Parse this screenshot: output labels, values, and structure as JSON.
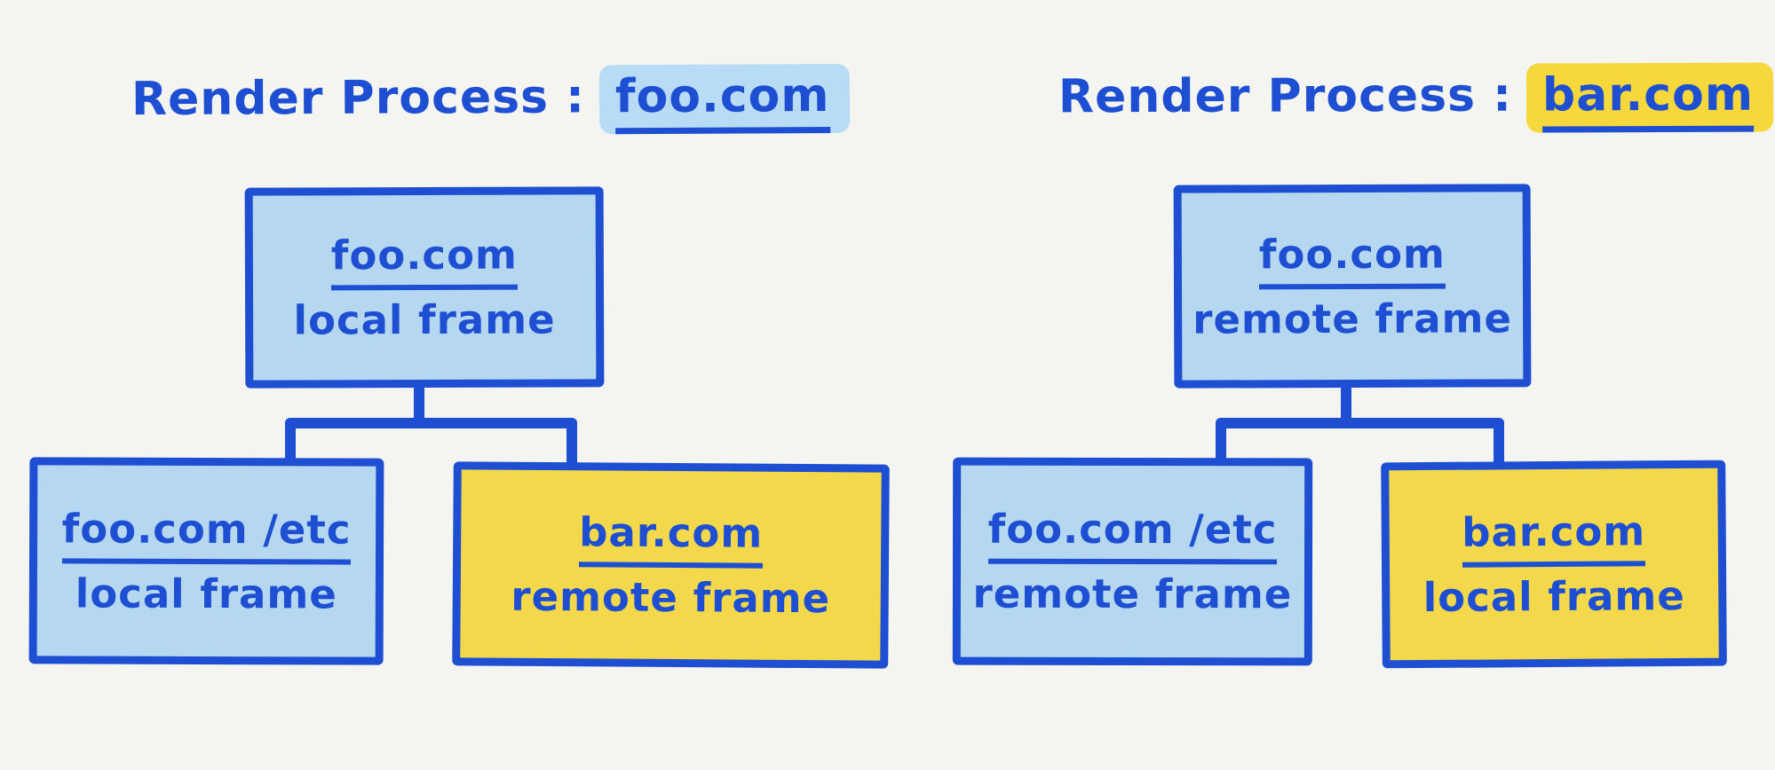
{
  "colors": {
    "bg": "#f4f4f1",
    "ink": "#1e4fd2",
    "blue_fill": "#b5d8f0",
    "yellow_fill": "#f3d84b",
    "blue_highlight": "#b8dcf6",
    "yellow_highlight": "#f6d83d"
  },
  "panels": [
    {
      "title_prefix": "Render Process :",
      "title_domain": "foo.com",
      "root": {
        "domain": "foo.com",
        "kind": "local frame"
      },
      "child_left": {
        "domain": "foo.com /etc",
        "kind": "local frame"
      },
      "child_right": {
        "domain": "bar.com",
        "kind": "remote frame"
      }
    },
    {
      "title_prefix": "Render Process :",
      "title_domain": "bar.com",
      "root": {
        "domain": "foo.com",
        "kind": "remote frame"
      },
      "child_left": {
        "domain": "foo.com /etc",
        "kind": "remote frame"
      },
      "child_right": {
        "domain": "bar.com",
        "kind": "local frame"
      }
    }
  ]
}
